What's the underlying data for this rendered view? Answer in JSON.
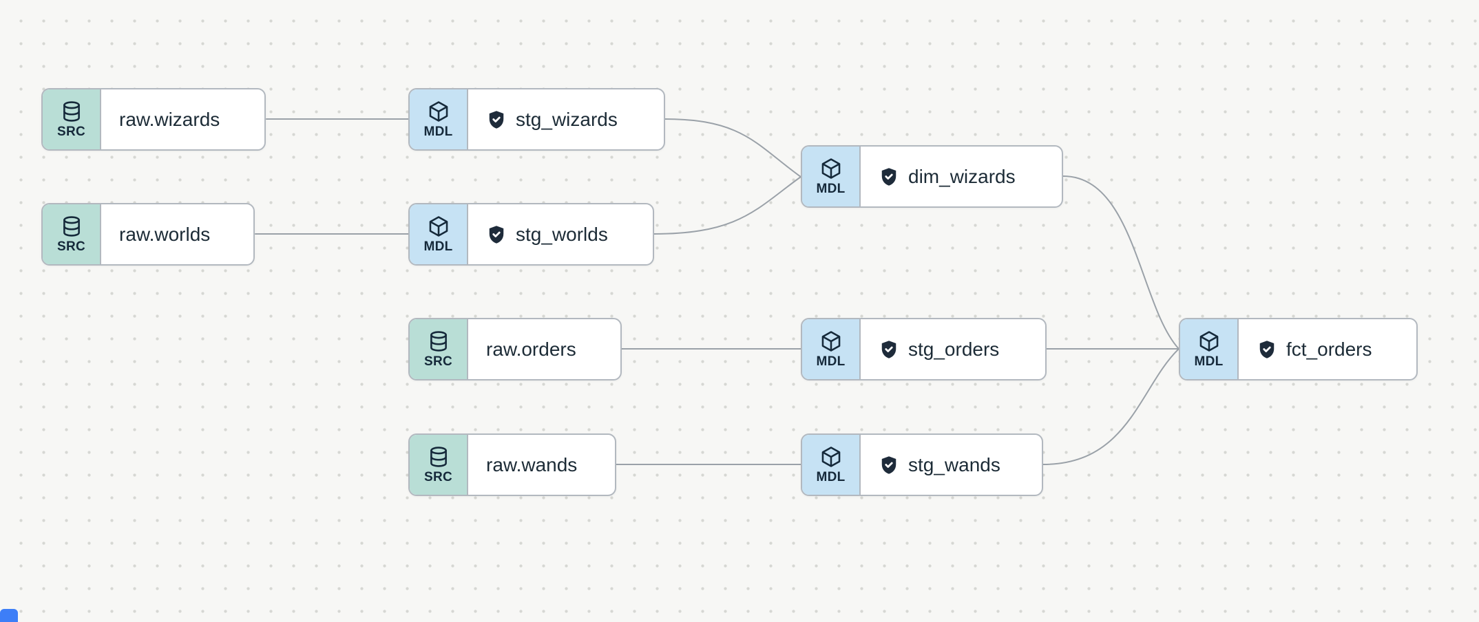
{
  "canvas": {
    "background_color": "#f7f7f5",
    "dot_color": "#d6d7d3"
  },
  "node_types": {
    "source": {
      "badge_label": "SRC",
      "badge_color": "#b9ded6",
      "icon": "database-icon"
    },
    "model": {
      "badge_label": "MDL",
      "badge_color": "#c6e2f4",
      "icon": "cube-icon"
    }
  },
  "nodes": [
    {
      "id": "raw.wizards",
      "label": "raw.wizards",
      "type": "source",
      "has_shield": false
    },
    {
      "id": "stg_wizards",
      "label": "stg_wizards",
      "type": "model",
      "has_shield": true
    },
    {
      "id": "raw.worlds",
      "label": "raw.worlds",
      "type": "source",
      "has_shield": false
    },
    {
      "id": "stg_worlds",
      "label": "stg_worlds",
      "type": "model",
      "has_shield": true
    },
    {
      "id": "dim_wizards",
      "label": "dim_wizards",
      "type": "model",
      "has_shield": true
    },
    {
      "id": "raw.orders",
      "label": "raw.orders",
      "type": "source",
      "has_shield": false
    },
    {
      "id": "stg_orders",
      "label": "stg_orders",
      "type": "model",
      "has_shield": true
    },
    {
      "id": "raw.wands",
      "label": "raw.wands",
      "type": "source",
      "has_shield": false
    },
    {
      "id": "stg_wands",
      "label": "stg_wands",
      "type": "model",
      "has_shield": true
    },
    {
      "id": "fct_orders",
      "label": "fct_orders",
      "type": "model",
      "has_shield": true
    }
  ],
  "edges": [
    {
      "from": "raw.wizards",
      "to": "stg_wizards"
    },
    {
      "from": "raw.worlds",
      "to": "stg_worlds"
    },
    {
      "from": "stg_wizards",
      "to": "dim_wizards"
    },
    {
      "from": "stg_worlds",
      "to": "dim_wizards"
    },
    {
      "from": "raw.orders",
      "to": "stg_orders"
    },
    {
      "from": "raw.wands",
      "to": "stg_wands"
    },
    {
      "from": "dim_wizards",
      "to": "fct_orders"
    },
    {
      "from": "stg_orders",
      "to": "fct_orders"
    },
    {
      "from": "stg_wands",
      "to": "fct_orders"
    }
  ],
  "colors": {
    "node_border": "#b2b8bf",
    "node_background": "#ffffff",
    "edge": "#9aa1a8",
    "text": "#1c2b36",
    "shield": "#1e2b3a",
    "accent_blue": "#3d7ef7"
  }
}
